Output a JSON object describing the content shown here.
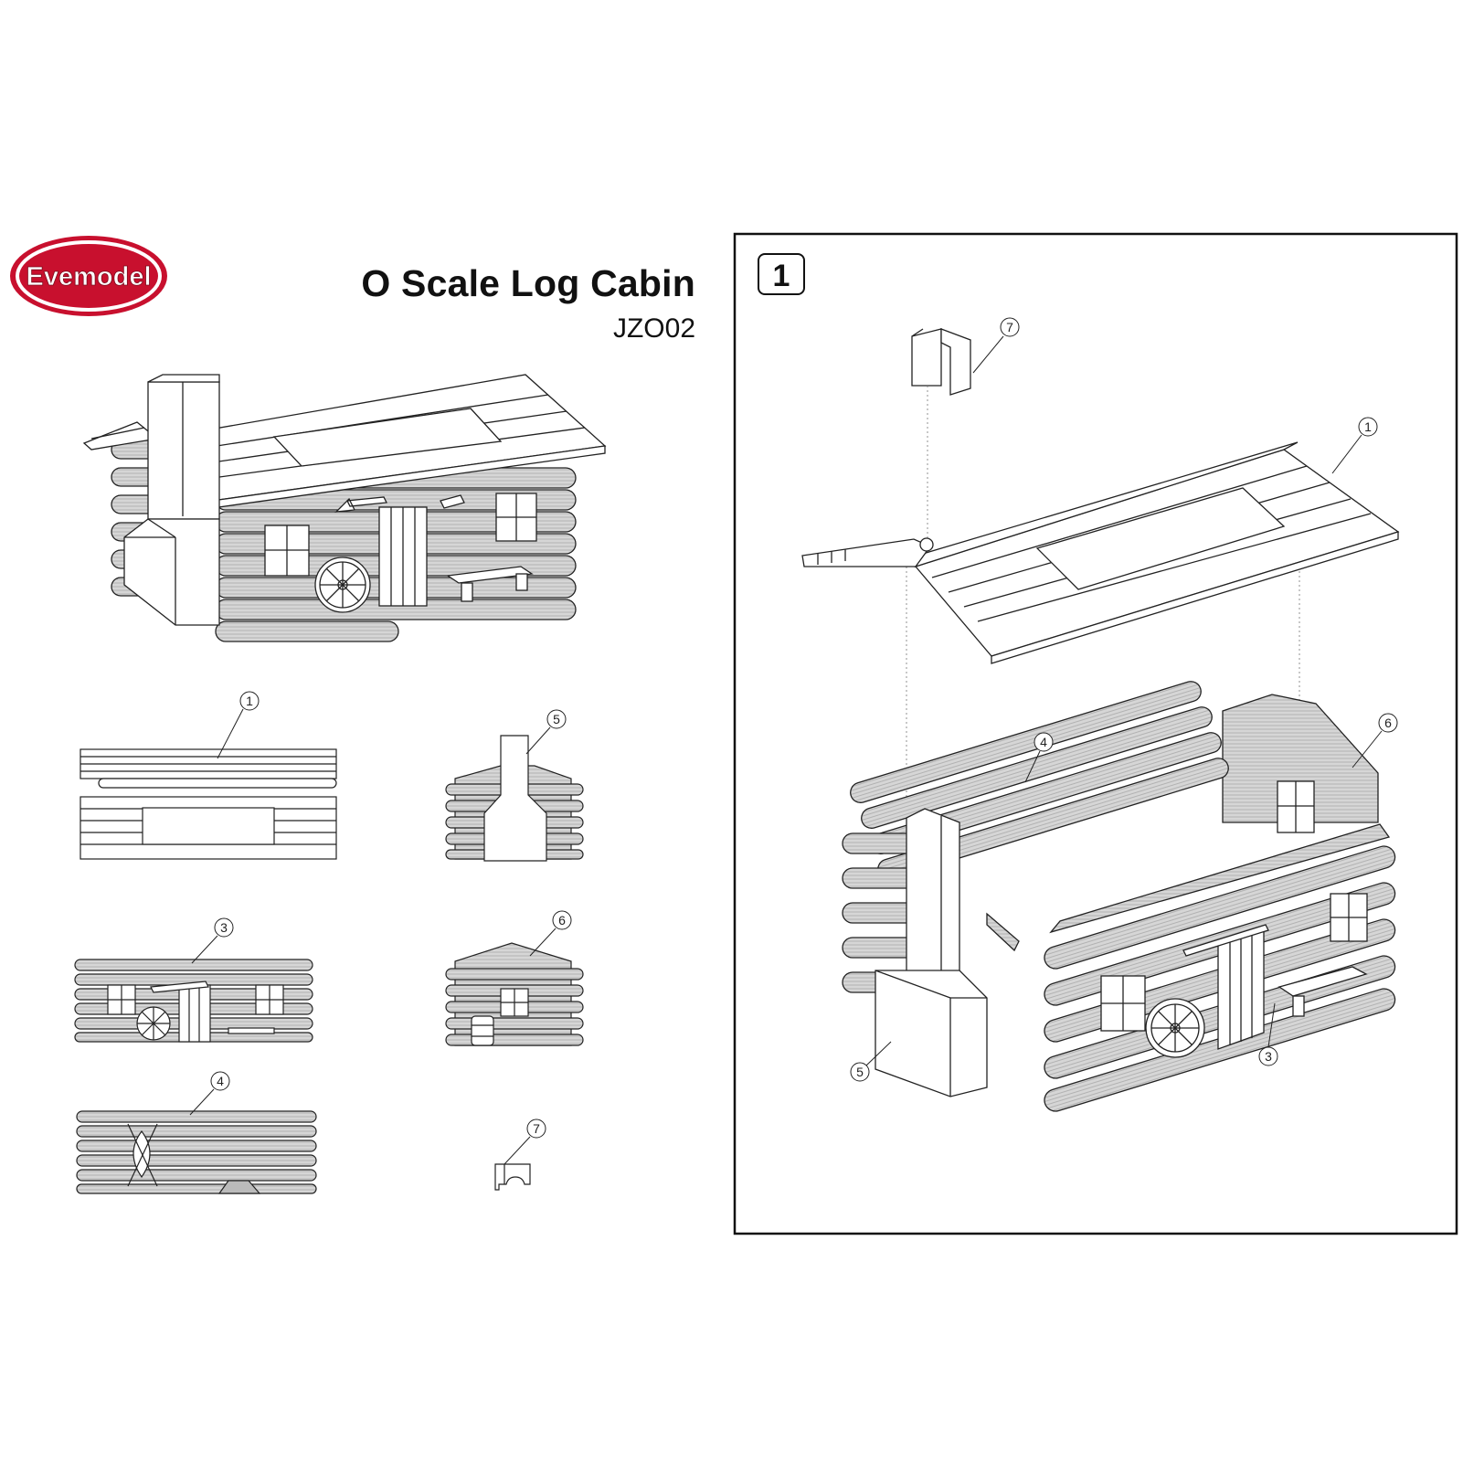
{
  "brand": {
    "name": "Evemodel",
    "color_red": "#c8102e",
    "color_white": "#ffffff"
  },
  "header": {
    "title": "O Scale Log Cabin",
    "model_code": "JZO02"
  },
  "step": {
    "number": "1"
  },
  "parts_list": [
    {
      "id": "1",
      "part": "roof"
    },
    {
      "id": "3",
      "part": "front-wall"
    },
    {
      "id": "4",
      "part": "back-wall"
    },
    {
      "id": "5",
      "part": "chimney-end-wall"
    },
    {
      "id": "6",
      "part": "side-wall"
    },
    {
      "id": "7",
      "part": "chimney-cap"
    }
  ],
  "callouts": {
    "p1": "1",
    "p3": "3",
    "p4": "4",
    "p5": "5",
    "p6": "6",
    "p7": "7",
    "e1": "1",
    "e3": "3",
    "e4": "4",
    "e5": "5",
    "e6": "6",
    "e7": "7"
  },
  "line_color": "#222222",
  "fill_gray": "#cfcfcf"
}
